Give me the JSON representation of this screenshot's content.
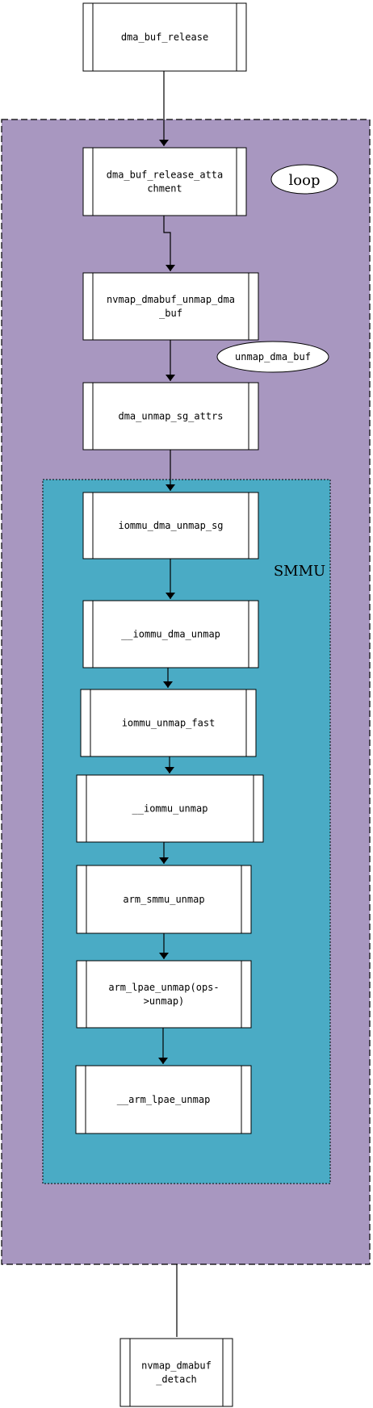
{
  "colors": {
    "outer_group_fill": "#a897c0",
    "inner_group_fill": "#4aabc5",
    "box_fill": "#ffffff",
    "stroke": "#000000"
  },
  "labels": {
    "loop": "loop",
    "unmap_dma_buf": "unmap_dma_buf",
    "smmu": "SMMU"
  },
  "nodes": {
    "dma_buf_release": [
      "dma_buf_release"
    ],
    "dma_buf_release_attachment": [
      "dma_buf_release_atta",
      "chment"
    ],
    "nvmap_dmabuf_unmap_dma_buf": [
      "nvmap_dmabuf_unmap_dma",
      "_buf"
    ],
    "dma_unmap_sg_attrs": [
      "dma_unmap_sg_attrs"
    ],
    "iommu_dma_unmap_sg": [
      "iommu_dma_unmap_sg"
    ],
    "iommu_dma_unmap": [
      "__iommu_dma_unmap"
    ],
    "iommu_unmap_fast": [
      "iommu_unmap_fast"
    ],
    "iommu_unmap": [
      "__iommu_unmap"
    ],
    "arm_smmu_unmap": [
      "arm_smmu_unmap"
    ],
    "arm_lpae_unmap": [
      "arm_lpae_unmap(ops-",
      ">unmap)"
    ],
    "arm_lpae_unmap_internal": [
      "__arm_lpae_unmap"
    ],
    "nvmap_dmabuf_detach": [
      "nvmap_dmabuf",
      "_detach"
    ]
  }
}
